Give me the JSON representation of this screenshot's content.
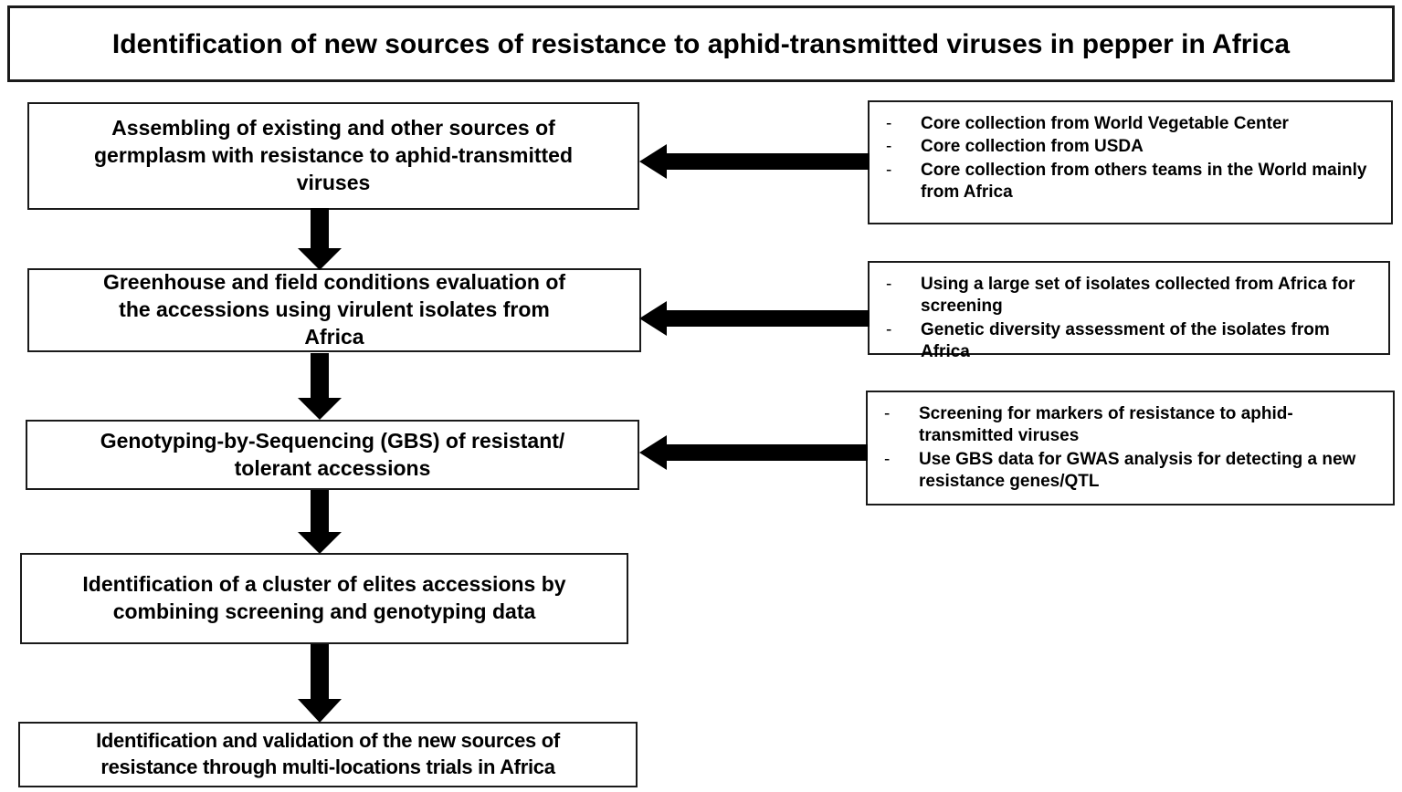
{
  "title": {
    "text": "Identification of new sources of resistance to aphid-transmitted viruses in pepper in Africa"
  },
  "colors": {
    "border": "#1a1a1a",
    "arrow": "#000000",
    "text": "#000000",
    "background": "#ffffff"
  },
  "process_steps": [
    {
      "id": "process-1",
      "text": "Assembling of existing and other sources of\ngermplasm with resistance to aphid-transmitted\nviruses"
    },
    {
      "id": "process-2",
      "text": "Greenhouse and field conditions evaluation of\nthe accessions using virulent isolates from\nAfrica"
    },
    {
      "id": "process-3",
      "text": "Genotyping-by-Sequencing (GBS) of resistant/\ntolerant accessions"
    },
    {
      "id": "process-4",
      "text": "Identification of a cluster of elites accessions by\ncombining screening and genotyping data"
    },
    {
      "id": "process-5",
      "text": "Identification and validation of the new sources of\nresistance through multi-locations trials in Africa"
    }
  ],
  "notes": [
    {
      "id": "note-1",
      "bullet": "-",
      "items": [
        "Core collection from World Vegetable Center",
        "Core collection from USDA",
        "Core collection from others teams in the World mainly from Africa"
      ]
    },
    {
      "id": "note-2",
      "bullet": "-",
      "items": [
        "Using a large set of isolates collected from Africa for screening",
        "Genetic diversity assessment of the isolates from Africa"
      ]
    },
    {
      "id": "note-3",
      "bullet": "-",
      "items": [
        "Screening for markers of resistance to aphid-transmitted viruses",
        " Use GBS data for GWAS analysis for detecting a new resistance genes/QTL"
      ]
    }
  ],
  "connectors": {
    "vertical_arrows": [
      {
        "name": "arrow-process1-to-process2"
      },
      {
        "name": "arrow-process2-to-process3"
      },
      {
        "name": "arrow-process3-to-process4"
      },
      {
        "name": "arrow-process4-to-process5"
      }
    ],
    "horizontal_arrows": [
      {
        "name": "arrow-note1-to-process1"
      },
      {
        "name": "arrow-note2-to-process2"
      },
      {
        "name": "arrow-note3-to-process3"
      }
    ]
  }
}
